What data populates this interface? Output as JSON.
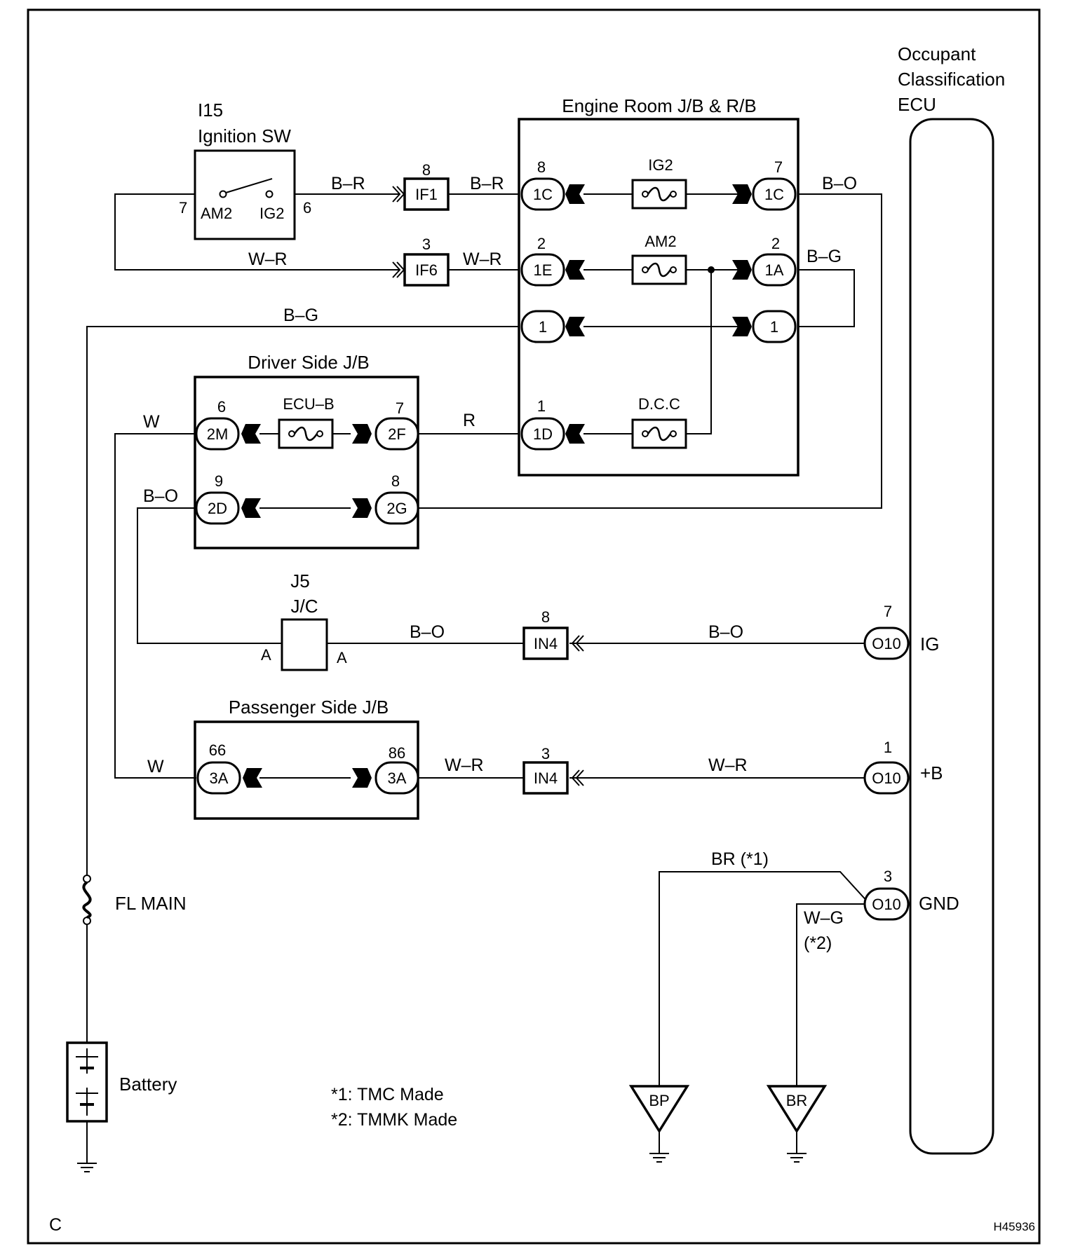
{
  "components": {
    "ecu": {
      "title_lines": [
        "Occupant",
        "Classification",
        "ECU"
      ]
    },
    "ignition_switch": {
      "code": "I15",
      "title": "Ignition SW",
      "term_am2": "AM2",
      "term_ig2": "IG2",
      "pin_left": "7",
      "pin_right": "6"
    },
    "engine_room_jb": {
      "title": "Engine Room J/B & R/B"
    },
    "driver_side_jb": {
      "title": "Driver Side J/B"
    },
    "passenger_side_jb": {
      "title": "Passenger Side J/B"
    },
    "junction_connector": {
      "code": "J5",
      "title": "J/C",
      "term_left": "A",
      "term_right": "A"
    },
    "fusible_link": {
      "label": "FL MAIN"
    },
    "battery": {
      "label": "Battery"
    }
  },
  "fuses": {
    "ig2": "IG2",
    "am2": "AM2",
    "dcc": "D.C.C",
    "ecu_b": "ECU–B"
  },
  "connectors": [
    {
      "code": "IF1",
      "pin": "8"
    },
    {
      "code": "IF6",
      "pin": "3"
    },
    {
      "code": "IN4",
      "pin": "8"
    },
    {
      "code": "IN4",
      "pin": "3"
    }
  ],
  "jb_terminals": {
    "er_1c_left": {
      "code": "1C",
      "pin": "8"
    },
    "er_1e_left": {
      "code": "1E",
      "pin": "2"
    },
    "er_1_left": {
      "code": "1",
      "pin": ""
    },
    "er_1d_left": {
      "code": "1D",
      "pin": "1"
    },
    "er_1c_right": {
      "code": "1C",
      "pin": "7"
    },
    "er_1a_right": {
      "code": "1A",
      "pin": "2"
    },
    "er_1_right": {
      "code": "1",
      "pin": ""
    },
    "ds_2m": {
      "code": "2M",
      "pin": "6"
    },
    "ds_2f": {
      "code": "2F",
      "pin": "7"
    },
    "ds_2d": {
      "code": "2D",
      "pin": "9"
    },
    "ds_2g": {
      "code": "2G",
      "pin": "8"
    },
    "ps_3a_left": {
      "code": "3A",
      "pin": "66"
    },
    "ps_3a_right": {
      "code": "3A",
      "pin": "86"
    }
  },
  "ecu_terminals": [
    {
      "code": "O10",
      "pin": "7",
      "name": "IG"
    },
    {
      "code": "O10",
      "pin": "1",
      "name": "+B"
    },
    {
      "code": "O10",
      "pin": "3",
      "name": "GND"
    }
  ],
  "wire_colors": {
    "ign_out": "B–R",
    "if1_out": "B–R",
    "ig2_out": "B–O",
    "am2_in": "W–R",
    "if6_out": "W–R",
    "am2_out": "B–G",
    "main_bg": "B–G",
    "ds_w_top": "W",
    "dcc_r": "R",
    "ds_bo": "B–O",
    "jc_bo": "B–O",
    "ig_bo": "B–O",
    "ps_w": "W",
    "ps_wr": "W–R",
    "plusb_wr": "W–R",
    "gnd_br": "BR (*1)",
    "gnd_wg": "W–G",
    "gnd_wg_note": "(*2)"
  },
  "grounds": {
    "bp": "BP",
    "br": "BR"
  },
  "notes": [
    "*1: TMC Made",
    "*2: TMMK Made"
  ],
  "corner_letter": "C",
  "figure_id": "H45936"
}
